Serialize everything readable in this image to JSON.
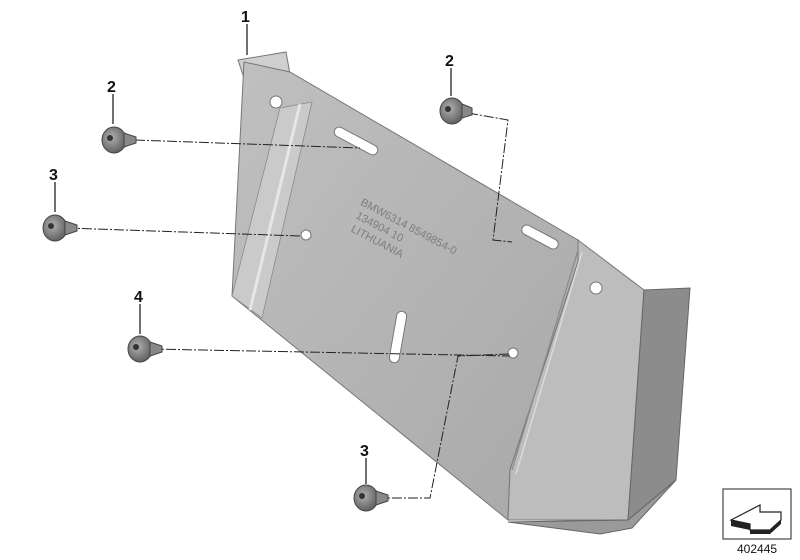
{
  "callouts": [
    {
      "id": "1",
      "label": "1"
    },
    {
      "id": "2a",
      "label": "2"
    },
    {
      "id": "2b",
      "label": "2"
    },
    {
      "id": "3a",
      "label": "3"
    },
    {
      "id": "3b",
      "label": "3"
    },
    {
      "id": "4",
      "label": "4"
    }
  ],
  "part_stamp": {
    "line1": "BMW6314 8549854-0",
    "line2": "134904 10",
    "line3": "LITHUANIA"
  },
  "diagram_number": "402445",
  "icons": [
    "bracket-plate-icon",
    "screw-icon",
    "navigation-arrow-icon"
  ],
  "colors": {
    "plate": "#b4b4b4",
    "plate_dark": "#8e8e8e",
    "plate_light": "#d2d2d2",
    "screw": "#7c7c7c"
  }
}
